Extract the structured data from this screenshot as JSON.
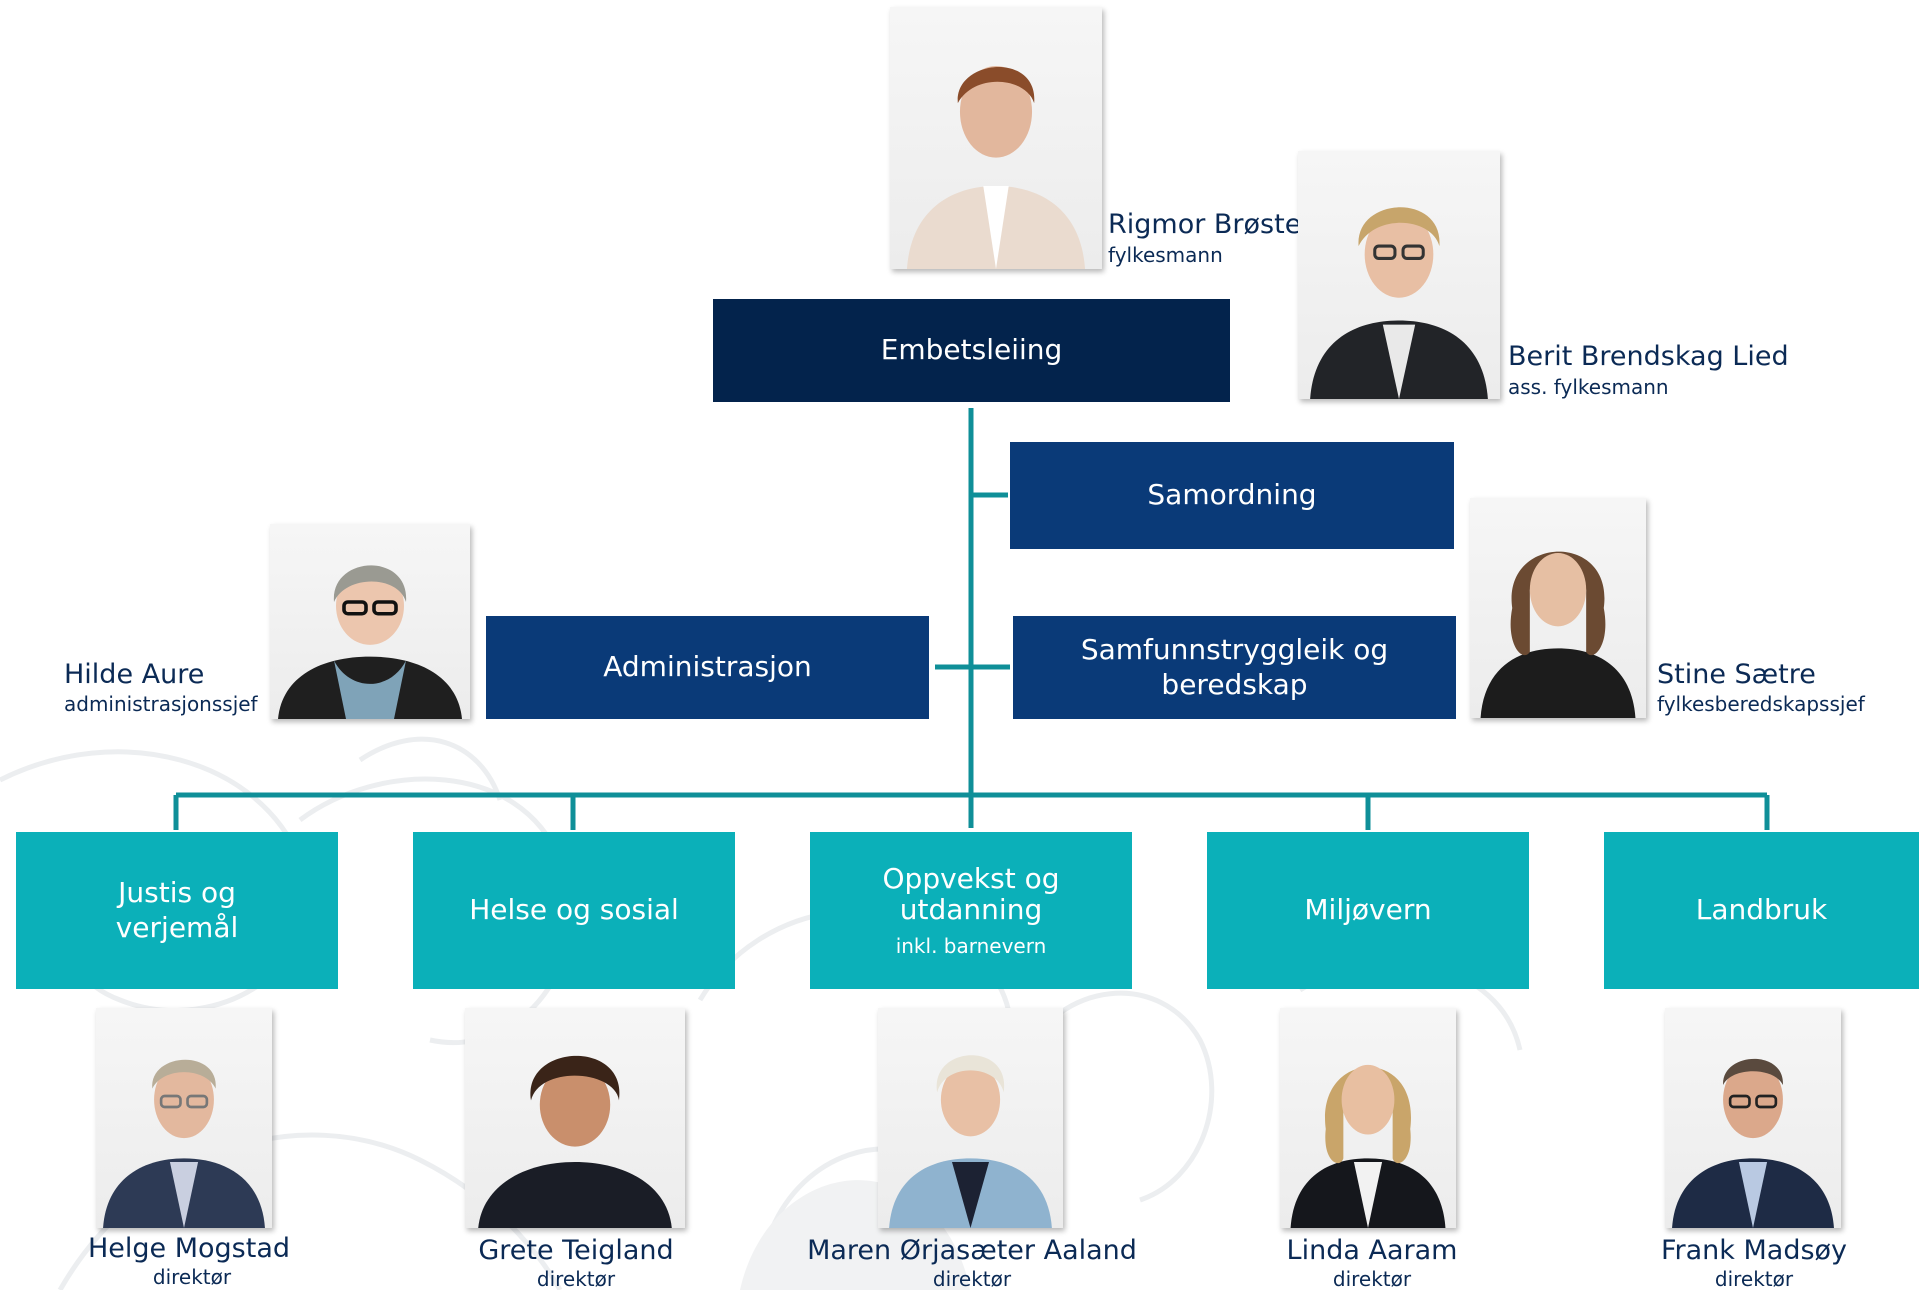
{
  "boxes": {
    "embetsleiing": "Embetsleiing",
    "samordning": "Samordning",
    "administrasjon": "Administrasjon",
    "samfunn_line1": "Samfunnstryggleik og",
    "samfunn_line2": "beredskap"
  },
  "departments": [
    {
      "line1": "Justis og",
      "line2": "verjemål"
    },
    {
      "line1": "Helse og sosial"
    },
    {
      "line1": "Oppvekst og utdanning",
      "sub": "inkl. barnevern"
    },
    {
      "line1": "Miljøvern"
    },
    {
      "line1": "Landbruk"
    }
  ],
  "people": {
    "rigmor": {
      "name": "Rigmor Brøste",
      "title": "fylkesmann"
    },
    "berit": {
      "name": "Berit Brendskag Lied",
      "title": "ass. fylkesmann"
    },
    "hilde": {
      "name": "Hilde Aure",
      "title": "administrasjonssjef"
    },
    "stine": {
      "name": "Stine Sætre",
      "title": "fylkesberedskapssjef"
    },
    "helge": {
      "name": "Helge Mogstad",
      "title": "direktør"
    },
    "grete": {
      "name": "Grete Teigland",
      "title": "direktør"
    },
    "maren": {
      "name": "Maren Ørjasæter Aaland",
      "title": "direktør"
    },
    "linda": {
      "name": "Linda Aaram",
      "title": "direktør"
    },
    "frank": {
      "name": "Frank Madsøy",
      "title": "direktør"
    }
  },
  "colors": {
    "leadership": "#03234c",
    "staff": "#0a3a78",
    "department": "#0bb0b9",
    "connector": "#0f8f98",
    "text": "#0b2a55"
  }
}
